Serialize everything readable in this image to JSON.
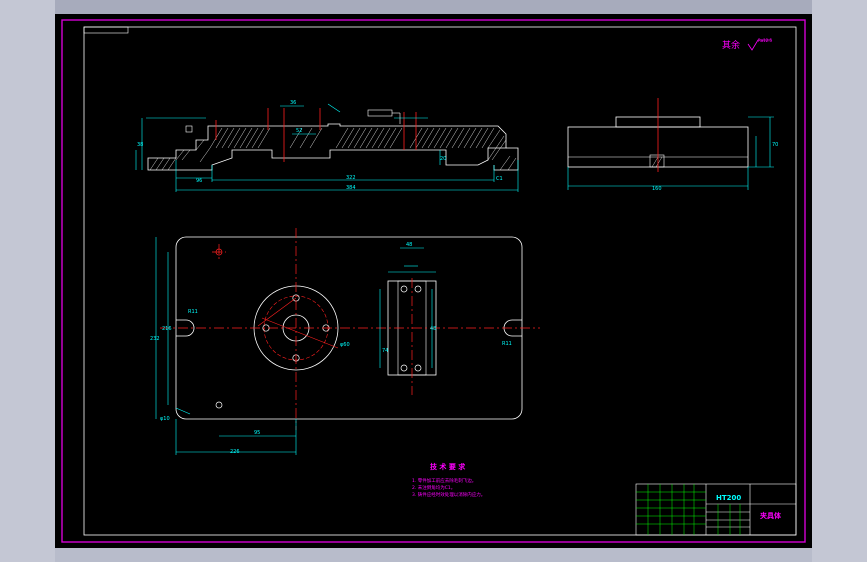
{
  "drawing": {
    "roughness_label": "其余",
    "roughness_value": "Ra12.5",
    "tech_req_title": "技 术 要 求",
    "tech_req_items": [
      "1. 零件加工前应去除毛刺飞边。",
      "2. 未注倒角均为C1。",
      "3. 铸件应经时效处理以消除内应力。"
    ],
    "title_block": {
      "material": "HT200",
      "part_name": "夹具体"
    },
    "dims": {
      "top_view": [
        "96",
        "322",
        "384",
        "38",
        "36",
        "52",
        "20"
      ],
      "plan_view": [
        "226",
        "95",
        "232",
        "216",
        "48",
        "74",
        "48"
      ],
      "side_view": [
        "160",
        "70"
      ],
      "labels_small": [
        "R11",
        "R11",
        "φ10",
        "φ60",
        "C1"
      ]
    },
    "colors": {
      "background": "#000000",
      "frame": "#d400d4",
      "outline": "#ffffff",
      "dimension": "#00ffff",
      "centerline": "#ff2020",
      "note": "#ff00ff",
      "title_block": "#00ff00"
    }
  }
}
